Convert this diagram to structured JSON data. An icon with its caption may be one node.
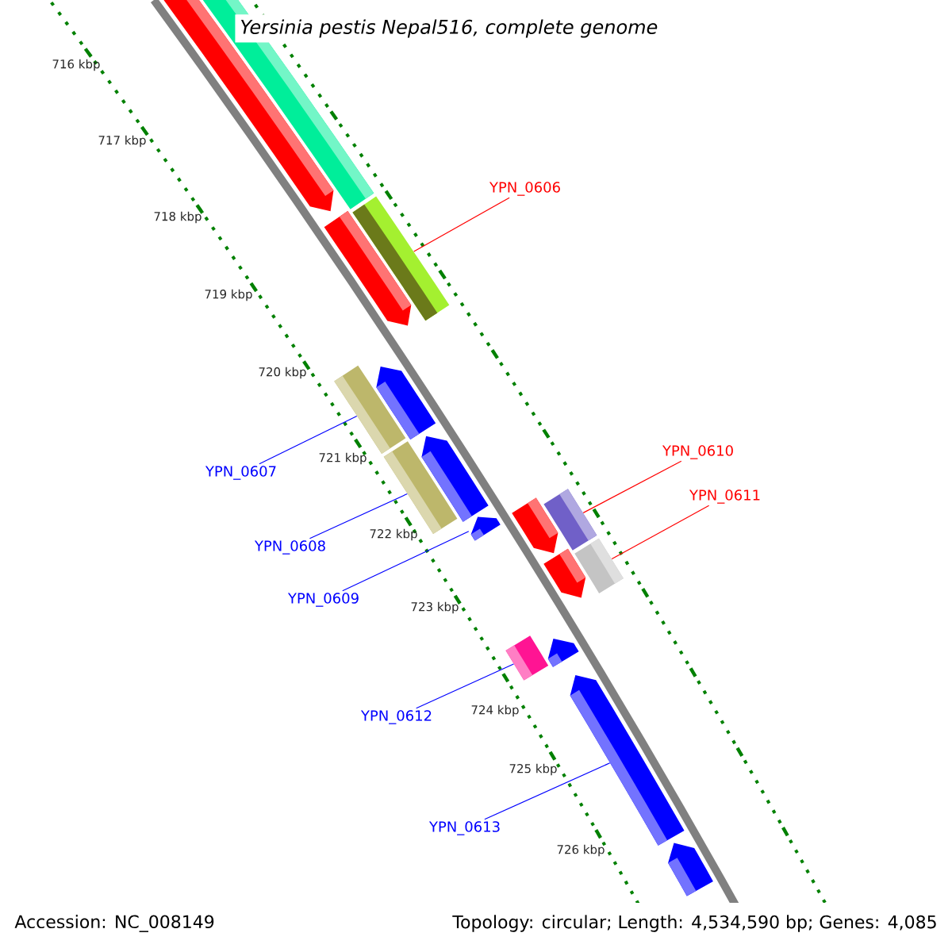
{
  "diagram": {
    "title": "Yersinia pestis Nepal516, complete genome",
    "nodes": [
      {
        "text": [
          "YPN_0606"
        ]
      },
      {
        "text": [],
        "shape": "bar"
      },
      {
        "text": [
          "YPN_0607"
        ]
      },
      {
        "text": [],
        "shape": "bar"
      },
      {
        "text": [
          "YPN_0610"
        ]
      },
      {
        "text": [],
        "shape": "bar"
      },
      {
        "text": [
          "YPN_0611"
        ]
      },
      {
        "text": [],
        "shape": "bar"
      },
      {
        "text": [
          "YPN_0608"
        ]
      },
      {
        "text": [],
        "shape": "bar"
      },
      {
        "text": [
          "YPN_0609"
        ]
      },
      {
        "text": [],
        "shape": "arrow"
      },
      {
        "text": [
          "YPN_0612"
        ]
      },
      {
        "text": [],
        "shape": "bar"
      },
      {
        "text": [
          "YPN_0613"
        ]
      },
      {
        "text": [],
        "shape": "arrow"
      },
      {
        "text": [],
        "shape": "arrow"
      },
      {
        "text": [],
        "shape": "arrow"
      },
      {
        "text": [],
        "shape": "arrow"
      },
      {
        "text": [],
        "shape": "arrow"
      },
      {
        "text": [],
        "shape": "bar"
      },
      {
        "text": [],
        "shape": "arrow"
      },
      {
        "text": [],
        "shape": "arrow"
      },
      {
        "text": [],
        "shape": "arrow"
      },
      {
        "text": [],
        "shape": "arrow"
      }
    ],
    "edges": [
      {
        "from": 0,
        "to": 1,
        "arrow": "none",
        "color": "#ff0000"
      },
      {
        "from": 2,
        "to": 3,
        "arrow": "none"
      },
      {
        "from": 4,
        "to": 5,
        "arrow": "none",
        "color": "#ff0000"
      },
      {
        "from": 6,
        "to": 7,
        "arrow": "none",
        "color": "#ff0000"
      },
      {
        "from": 8,
        "to": 9,
        "arrow": "none"
      },
      {
        "from": 10,
        "to": 11,
        "arrow": "none"
      },
      {
        "from": 12,
        "to": 13,
        "arrow": "none"
      },
      {
        "from": 14,
        "to": 15,
        "arrow": "none"
      }
    ],
    "labels": [
      "716 kbp",
      "717 kbp",
      "718 kbp",
      "719 kbp",
      "720 kbp",
      "721 kbp",
      "722 kbp",
      "723 kbp",
      "724 kbp",
      "725 kbp",
      "726 kbp",
      "Accession: NC_008149",
      "Topology: circular; Length: 4,534,590 bp; Genes: 4,085"
    ]
  }
}
